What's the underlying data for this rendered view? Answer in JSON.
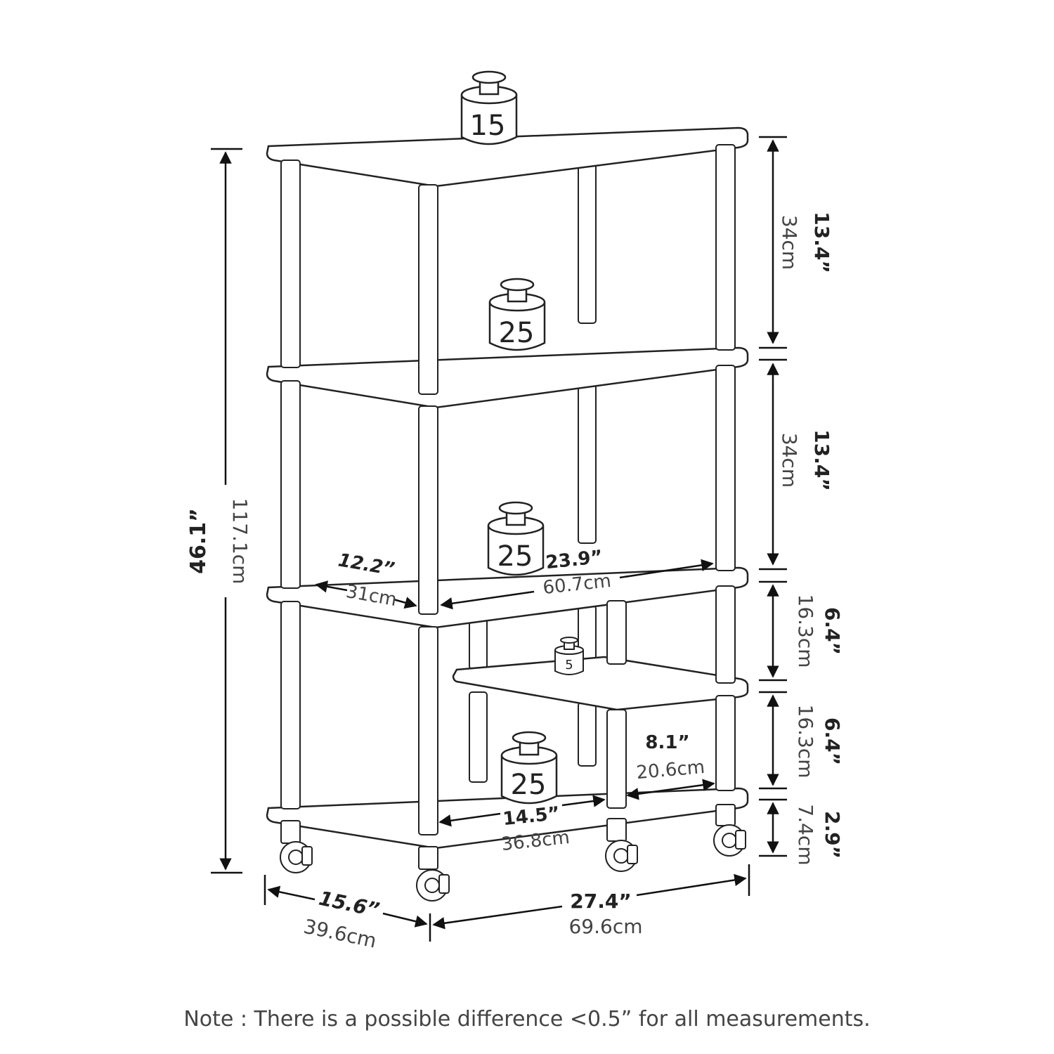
{
  "weights": {
    "top": "15",
    "shelf2": "25",
    "shelf3": "25",
    "small": "5",
    "bottom": "25"
  },
  "dimensions": {
    "overall_height": {
      "inch": "46.1”",
      "cm": "117.1cm"
    },
    "gap_top": {
      "inch": "13.4”",
      "cm": "34cm"
    },
    "gap_mid": {
      "inch": "13.4”",
      "cm": "34cm"
    },
    "gap_small_upper": {
      "inch": "6.4”",
      "cm": "16.3cm"
    },
    "gap_small_lower": {
      "inch": "6.4”",
      "cm": "16.3cm"
    },
    "caster": {
      "inch": "2.9”",
      "cm": "7.4cm"
    },
    "shelf_depth": {
      "inch": "12.2”",
      "cm": "31cm"
    },
    "shelf_width": {
      "inch": "23.9”",
      "cm": "60.7cm"
    },
    "small_shelf_width": {
      "inch": "8.1”",
      "cm": "20.6cm"
    },
    "bottom_opening": {
      "inch": "14.5”",
      "cm": "36.8cm"
    },
    "overall_depth": {
      "inch": "15.6”",
      "cm": "39.6cm"
    },
    "overall_width": {
      "inch": "27.4”",
      "cm": "69.6cm"
    }
  },
  "note": "Note : There is a possible difference <0.5” for all measurements."
}
